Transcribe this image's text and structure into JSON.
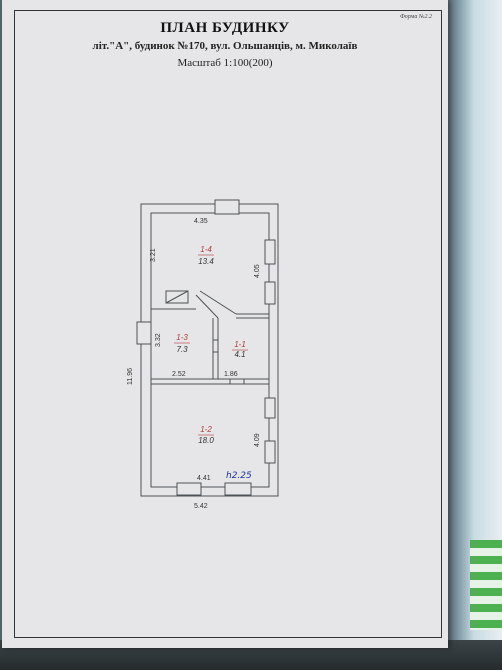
{
  "header": {
    "form_number": "Форма №2.2",
    "title": "ПЛАН БУДИНКУ",
    "subtitle": "літ.\"А\", будинок №170, вул. Ольшанців, м. Миколаїв",
    "scale": "Масштаб 1:100(200)"
  },
  "dimensions": {
    "top_width": "4.35",
    "bottom_inner": "4.41",
    "bottom_outer": "5.42",
    "left_total": "11.96",
    "room4_left": "3.21",
    "room4_right": "4.05",
    "room3_left": "3.32",
    "room3_bottom": "2.52",
    "room1_bottom": "1.86",
    "room2_right": "4.09",
    "handwritten_extra": "h2.25"
  },
  "rooms": [
    {
      "id": "1-4",
      "area": "13.4"
    },
    {
      "id": "1-3",
      "area": "7.3"
    },
    {
      "id": "1-1",
      "area": "4.1"
    },
    {
      "id": "1-2",
      "area": "18.0"
    }
  ],
  "colors": {
    "wall": "#4d5256",
    "wall_fill": "#d8d8da",
    "room_label": "#b23a3a",
    "ink": "#1a2fa0"
  }
}
